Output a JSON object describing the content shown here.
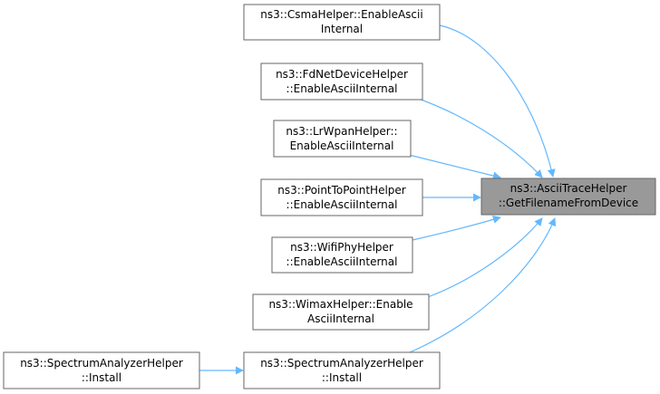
{
  "diagram": {
    "target": {
      "id": "target",
      "lines": [
        "ns3::AsciiTraceHelper",
        "::GetFilenameFromDevice"
      ],
      "fill": "#999999"
    },
    "callers": [
      {
        "id": "csma",
        "lines": [
          "ns3::CsmaHelper::EnableAscii",
          "Internal"
        ]
      },
      {
        "id": "fdnet",
        "lines": [
          "ns3::FdNetDeviceHelper",
          "::EnableAsciiInternal"
        ]
      },
      {
        "id": "lrwpan",
        "lines": [
          "ns3::LrWpanHelper::",
          "EnableAsciiInternal"
        ]
      },
      {
        "id": "p2p",
        "lines": [
          "ns3::PointToPointHelper",
          "::EnableAsciiInternal"
        ]
      },
      {
        "id": "wifi",
        "lines": [
          "ns3::WifiPhyHelper",
          "::EnableAsciiInternal"
        ]
      },
      {
        "id": "wimax",
        "lines": [
          "ns3::WimaxHelper::Enable",
          "AsciiInternal"
        ]
      },
      {
        "id": "sa-install",
        "lines": [
          "ns3::SpectrumAnalyzerHelper",
          "::Install"
        ]
      }
    ],
    "second_level": [
      {
        "id": "sa-install-2",
        "lines": [
          "ns3::SpectrumAnalyzerHelper",
          "::Install"
        ]
      }
    ],
    "colors": {
      "edge": "#63b8ff",
      "node_border": "#666666",
      "node_fill": "#ffffff"
    }
  }
}
